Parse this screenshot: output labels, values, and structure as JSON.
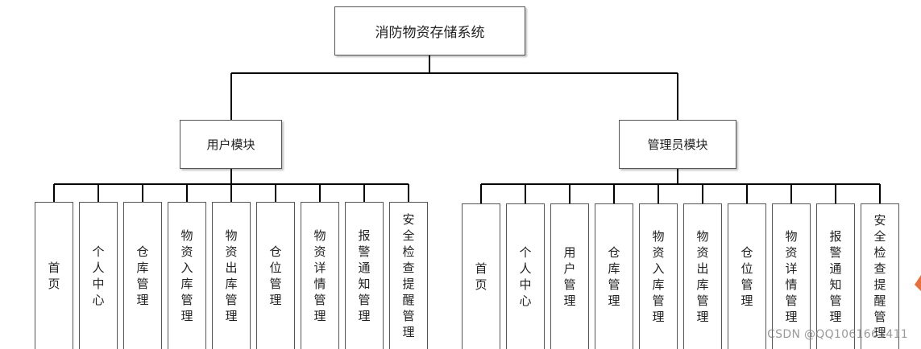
{
  "root": {
    "label": "消防物资存储系统"
  },
  "modules": [
    {
      "label": "用户模块",
      "leaves": [
        "首页",
        "个人中心",
        "仓库管理",
        "物资入库管理",
        "物资出库管理",
        "仓位管理",
        "物资详情管理",
        "报警通知管理",
        "安全检查提醒管理"
      ]
    },
    {
      "label": "管理员模块",
      "leaves": [
        "首页",
        "个人中心",
        "用户管理",
        "仓库管理",
        "物资入库管理",
        "物资出库管理",
        "仓位管理",
        "物资详情管理",
        "报警通知管理",
        "安全检查提醒管理"
      ]
    }
  ],
  "watermark": "CSDN @QQ1061663411",
  "colors": {
    "line": "#000000",
    "border": "#555555",
    "background": "#ffffff"
  }
}
